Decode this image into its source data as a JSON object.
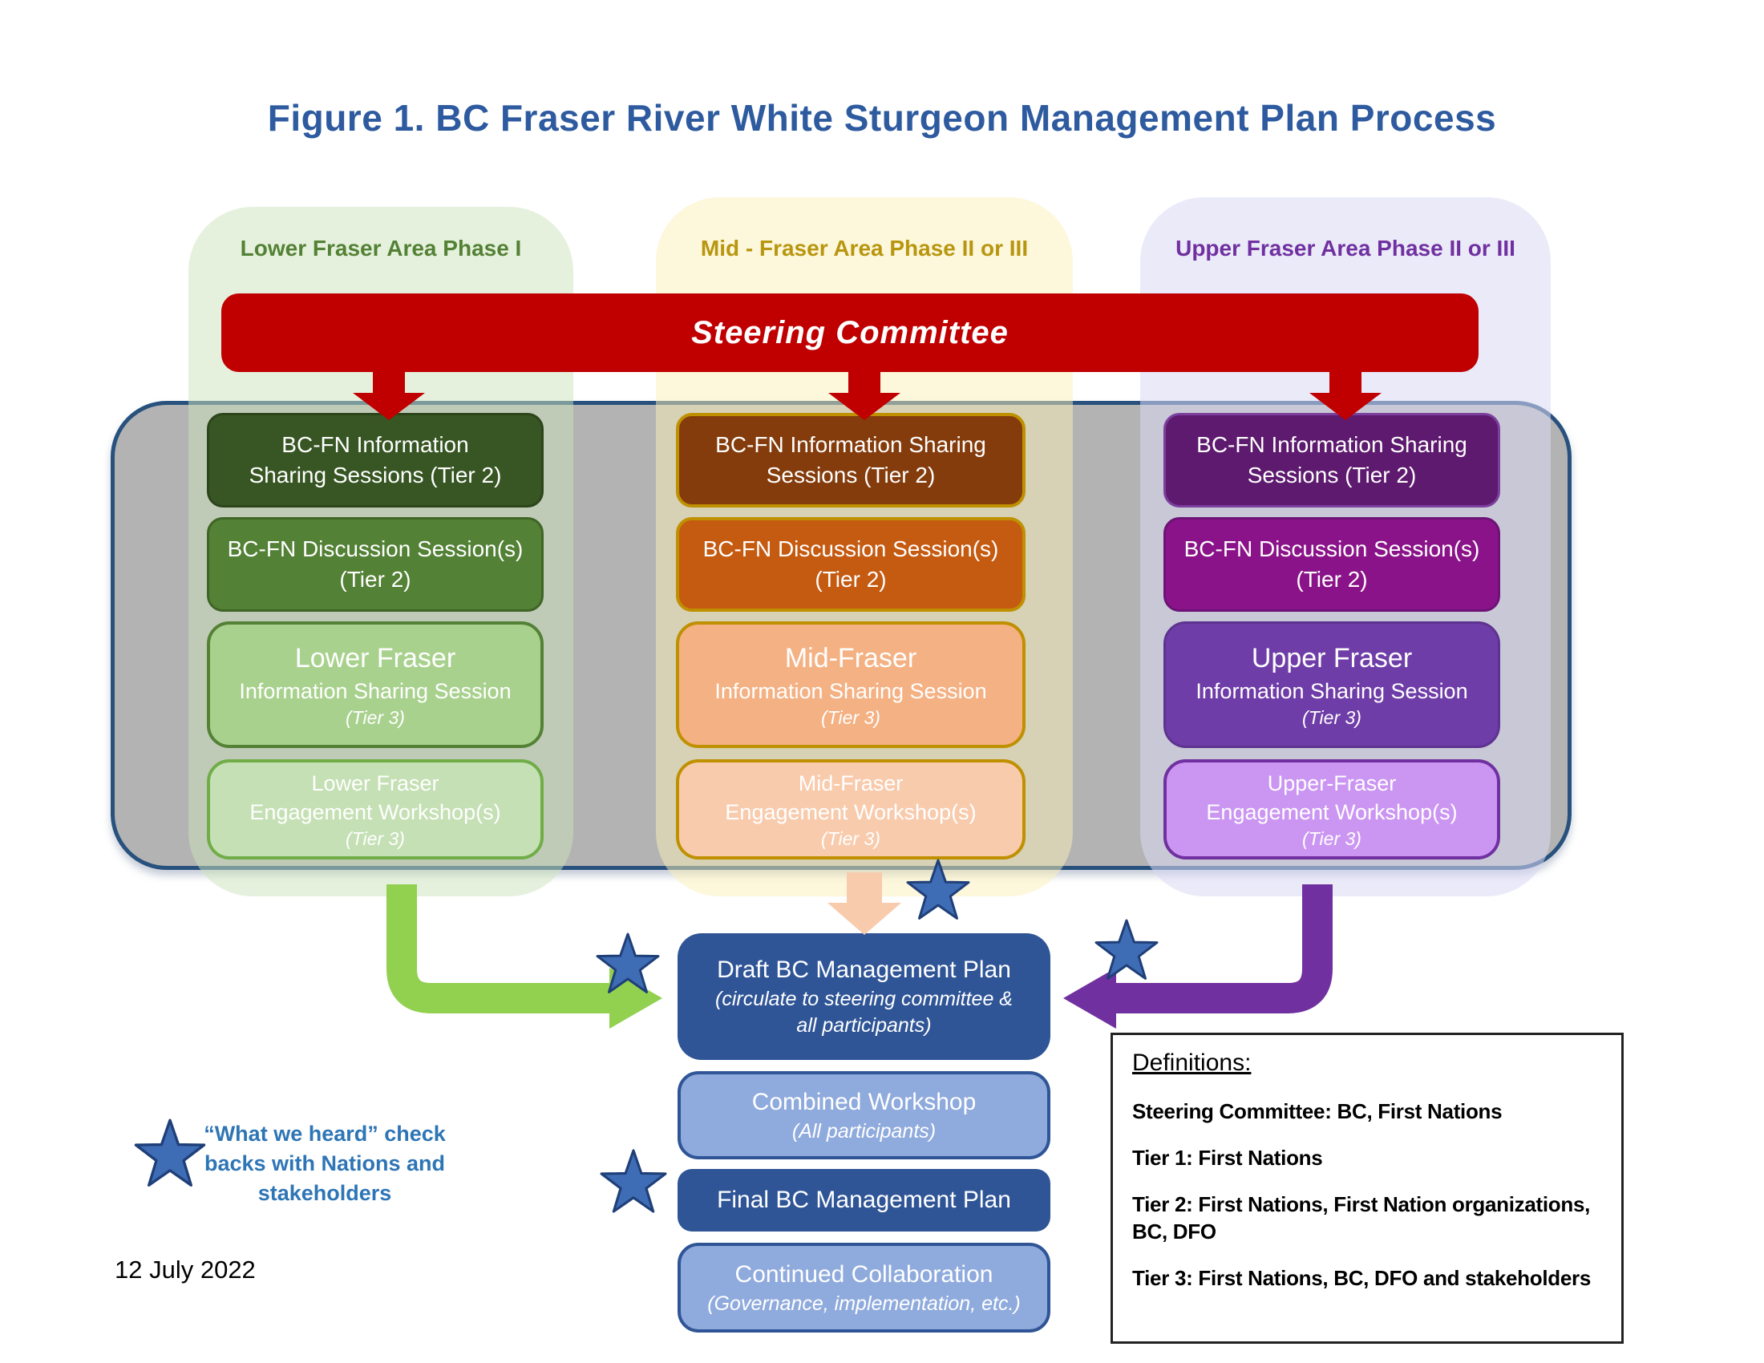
{
  "title": "Figure 1. BC Fraser River White Sturgeon Management Plan Process",
  "date": "12 July 2022",
  "steering_committee": {
    "label": "Steering Committee"
  },
  "columns": [
    {
      "header": "Lower Fraser Area Phase I",
      "boxes": [
        {
          "lines": [
            "BC-FN Information",
            "Sharing Sessions (Tier 2)"
          ]
        },
        {
          "lines": [
            "BC-FN Discussion Session(s)",
            "(Tier 2)"
          ]
        },
        {
          "lines": [
            "Lower Fraser",
            "Information Sharing Session",
            "(Tier 3)"
          ]
        },
        {
          "lines": [
            "Lower Fraser",
            "Engagement Workshop(s)",
            "(Tier 3)"
          ]
        }
      ]
    },
    {
      "header": "Mid - Fraser Area Phase II or III",
      "boxes": [
        {
          "lines": [
            "BC-FN Information Sharing",
            "Sessions (Tier 2)"
          ]
        },
        {
          "lines": [
            "BC-FN Discussion Session(s)",
            "(Tier 2)"
          ]
        },
        {
          "lines": [
            "Mid-Fraser",
            "Information Sharing Session",
            "(Tier 3)"
          ]
        },
        {
          "lines": [
            "Mid-Fraser",
            "Engagement Workshop(s)",
            "(Tier 3)"
          ]
        }
      ]
    },
    {
      "header": "Upper Fraser Area Phase II or III",
      "boxes": [
        {
          "lines": [
            "BC-FN Information Sharing",
            "Sessions (Tier 2)"
          ]
        },
        {
          "lines": [
            "BC-FN Discussion Session(s)",
            "(Tier 2)"
          ]
        },
        {
          "lines": [
            "Upper Fraser",
            "Information Sharing Session",
            "(Tier 3)"
          ]
        },
        {
          "lines": [
            "Upper-Fraser",
            "Engagement Workshop(s)",
            "(Tier 3)"
          ]
        }
      ]
    }
  ],
  "flow": [
    {
      "lines": [
        "Draft BC Management Plan",
        "(circulate to steering committee &",
        "all participants)"
      ]
    },
    {
      "lines": [
        "Combined Workshop",
        "(All participants)"
      ]
    },
    {
      "lines": [
        "Final BC Management Plan"
      ]
    },
    {
      "lines": [
        "Continued Collaboration",
        "(Governance, implementation, etc.)"
      ]
    }
  ],
  "legend": {
    "star_icon": "★",
    "note_lines": [
      "“What we heard” check",
      "backs with Nations and",
      "stakeholders"
    ]
  },
  "definitions": {
    "heading": "Definitions:",
    "items": [
      "Steering Committee: BC, First Nations",
      "Tier 1: First Nations",
      "Tier 2: First Nations, First Nation organizations, BC, DFO",
      "Tier 3: First Nations, BC, DFO and stakeholders"
    ]
  },
  "colors": {
    "title_blue": "#2e5b9f",
    "steering_red": "#c00000",
    "container_gray": "#b3b3b3",
    "container_border_blue": "#28517d",
    "lower_green_dark": "#375623",
    "lower_green": "#538135",
    "lower_green_light": "#a9d18e",
    "lower_green_lighter": "#c5e0b4",
    "mid_brown": "#843c0c",
    "mid_orange": "#c55a11",
    "mid_peach": "#f4b183",
    "mid_peach_light": "#f8cbad",
    "mid_gold_border": "#bf9000",
    "mid_header_gold": "#b8960f",
    "upper_purple_dark": "#5d1a6e",
    "upper_magenta": "#8b1389",
    "upper_violet": "#6f3da8",
    "upper_lavender": "#cb96f2",
    "upper_purple_border": "#7030a0",
    "flow_blue_dark": "#2f5597",
    "flow_blue_light": "#8faadc",
    "arrow_green": "#92d050",
    "arrow_purple": "#7030a0",
    "arrow_peach": "#f8cbad",
    "star_blue": "#3f6db5",
    "legend_text_blue": "#2e75b6"
  }
}
